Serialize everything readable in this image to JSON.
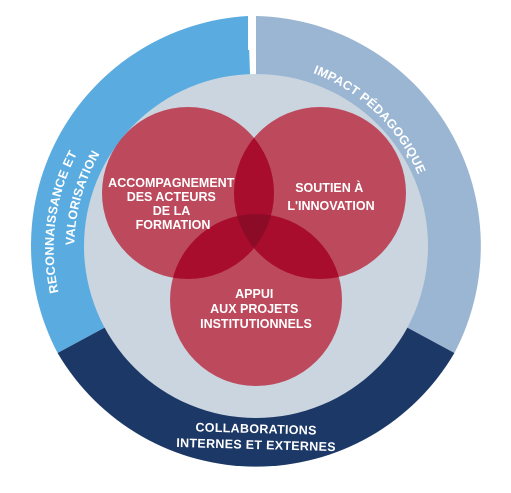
{
  "outer_ring": {
    "left_label": [
      "RECONNAISSANCE ET",
      "VALORISATION"
    ],
    "right_label": "IMPACT PÉDAGOGIQUE",
    "bottom_label": [
      "COLLABORATIONS",
      "INTERNES ET EXTERNES"
    ]
  },
  "circles": {
    "top_left": [
      "ACCOMPAGNEMENT",
      "DES ACTEURS",
      "DE LA",
      "FORMATION"
    ],
    "top_right": [
      "SOUTIEN À",
      "L'INNOVATION"
    ],
    "bottom": [
      "APPUI",
      "AUX PROJETS",
      "INSTITUTIONNELS"
    ]
  },
  "colors": {
    "left_segment": "#5aace0",
    "right_segment": "#9bb6d3",
    "bottom_segment": "#1b3866",
    "inner_disc": "#cad5df",
    "venn_circle": "#bb3e50",
    "overlap": "#a80d2e",
    "center_overlap": "#8c0c27"
  }
}
